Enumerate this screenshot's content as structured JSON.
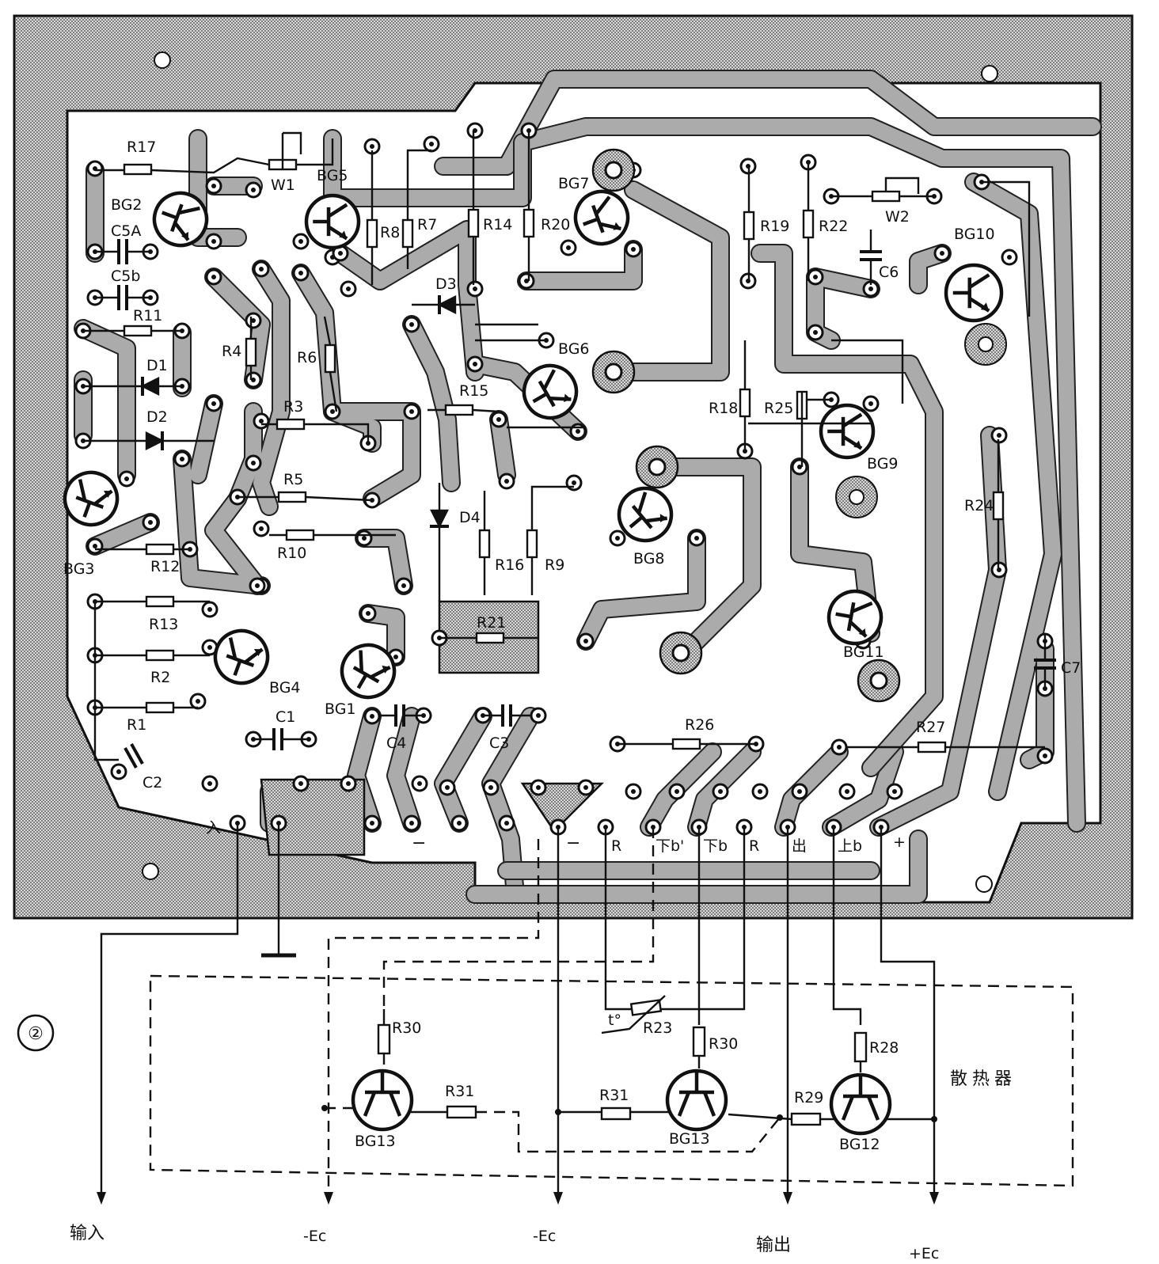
{
  "figure_number": "②",
  "heatsink_label": "散热器",
  "board": {
    "transistors": [
      "BG2",
      "BG5",
      "BG7",
      "BG10",
      "BG6",
      "BG9",
      "BG3",
      "BG8",
      "BG11",
      "BG4",
      "BG1"
    ],
    "resistors": [
      "R17",
      "R11",
      "R4",
      "R6",
      "R3",
      "R5",
      "R10",
      "R12",
      "R13",
      "R2",
      "R1",
      "R8",
      "R7",
      "R14",
      "R20",
      "R19",
      "R22",
      "R18",
      "R25",
      "R24",
      "R15",
      "R16",
      "R9",
      "R21",
      "R26",
      "R27"
    ],
    "capacitors": [
      "C5A",
      "C5b",
      "C1",
      "C2",
      "C4",
      "C3",
      "C6",
      "C7"
    ],
    "diodes": [
      "D1",
      "D2",
      "D3",
      "D4"
    ],
    "pots": [
      "W1",
      "W2"
    ],
    "pad_labels": [
      "入",
      "−",
      "−",
      "R",
      "下b'",
      "下b",
      "R",
      "出",
      "上b",
      "+"
    ]
  },
  "heatsink": {
    "transistors": [
      "BG13",
      "BG13",
      "BG12"
    ],
    "resistors": [
      "R30",
      "R31",
      "R31",
      "R30",
      "R28",
      "R29"
    ],
    "thermistor": "R23",
    "thermistor_symbol": "t°"
  },
  "terminals": [
    "输入",
    "-Ec",
    "-Ec",
    "输出",
    "+Ec"
  ],
  "colors": {
    "board_fill": "#c8c8c8",
    "trace_fill": "#ababab",
    "ink": "#111111"
  }
}
